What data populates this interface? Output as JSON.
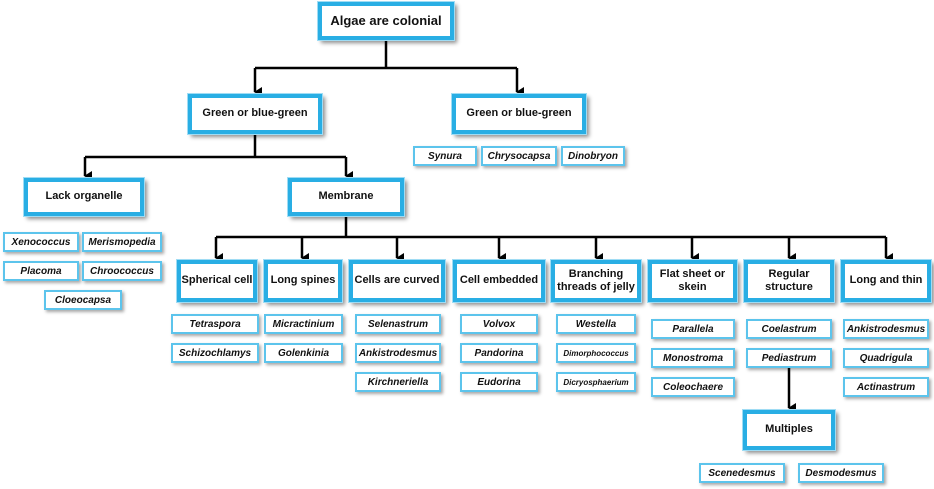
{
  "diagram": {
    "root": "Algae are colonial",
    "level1": {
      "left": "Green or blue-green",
      "right": "Green or blue-green"
    },
    "right_examples": [
      "Synura",
      "Chrysocapsa",
      "Dinobryon"
    ],
    "level2": {
      "lack_organelle": "Lack organelle",
      "membrane": "Membrane"
    },
    "lack_organelle_examples": [
      "Xenococcus",
      "Merismopedia",
      "Placoma",
      "Chroococcus",
      "Cloeocapsa"
    ],
    "categories": [
      {
        "label": "Spherical cell",
        "examples": [
          "Tetraspora",
          "Schizochlamys"
        ]
      },
      {
        "label": "Long spines",
        "examples": [
          "Micractinium",
          "Golenkinia"
        ]
      },
      {
        "label": "Cells are curved",
        "examples": [
          "Selenastrum",
          "Ankistrodesmus",
          "Kirchneriella"
        ]
      },
      {
        "label": "Cell embedded",
        "examples": [
          "Volvox",
          "Pandorina",
          "Eudorina"
        ]
      },
      {
        "label": "Branching threads of jelly",
        "examples": [
          "Westella",
          "Dimorphococcus",
          "Dicryosphaerium"
        ]
      },
      {
        "label": "Flat sheet or skein",
        "examples": [
          "Parallela",
          "Monostroma",
          "Coleochaere"
        ]
      },
      {
        "label": "Regular structure",
        "examples": [
          "Coelastrum",
          "Pediastrum"
        ]
      },
      {
        "label": "Long and thin",
        "examples": [
          "Ankistrodesmus",
          "Quadrigula",
          "Actinastrum"
        ]
      }
    ],
    "multiples": {
      "label": "Multiples",
      "examples": [
        "Scenedesmus",
        "Desmodesmus"
      ]
    }
  }
}
